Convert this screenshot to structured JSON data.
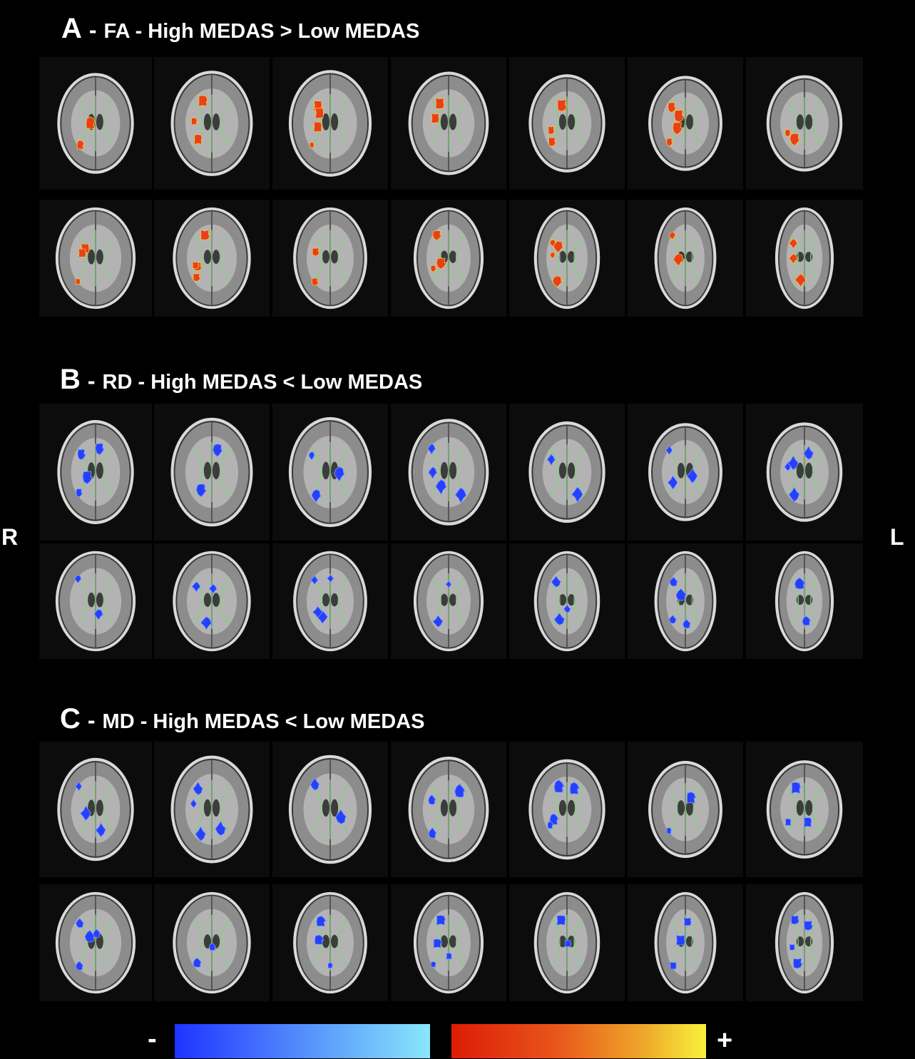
{
  "panels": [
    {
      "letter": "A",
      "dash": "-",
      "title": "FA - High MEDAS > Low MEDAS",
      "color": "red"
    },
    {
      "letter": "B",
      "dash": "-",
      "title": "RD - High MEDAS < Low MEDAS",
      "color": "blue"
    },
    {
      "letter": "C",
      "dash": "-",
      "title": "MD - High MEDAS < Low MEDAS",
      "color": "blue"
    }
  ],
  "orientation": {
    "right": "R",
    "left": "L"
  },
  "colorbar": {
    "minus": "-",
    "plus": "+",
    "negative_gradient": [
      "#1f33ff",
      "#88e8fa"
    ],
    "positive_gradient": [
      "#dd1c05",
      "#f7f23a"
    ]
  },
  "colors": {
    "background": "#000000",
    "tract_skeleton": "#7fd37a",
    "significant_positive": "#e8401a",
    "significant_negative": "#2540ff"
  }
}
